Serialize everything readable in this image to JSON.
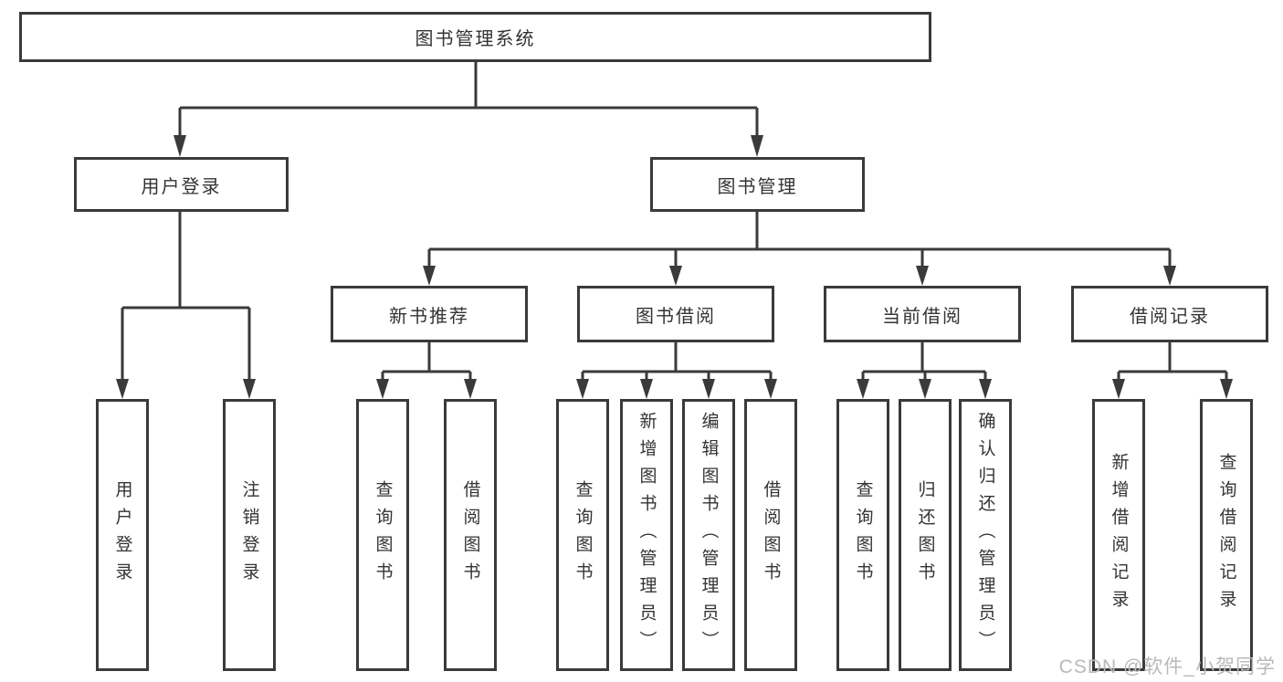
{
  "diagram": {
    "title": "图书管理系统",
    "tree": {
      "root": {
        "label": "图书管理系统",
        "children": [
          {
            "label": "用户登录",
            "children": [
              {
                "label": "用户登录"
              },
              {
                "label": "注销登录"
              }
            ]
          },
          {
            "label": "图书管理",
            "children": [
              {
                "label": "新书推荐",
                "children": [
                  {
                    "label": "查询图书"
                  },
                  {
                    "label": "借阅图书"
                  }
                ]
              },
              {
                "label": "图书借阅",
                "children": [
                  {
                    "label": "查询图书"
                  },
                  {
                    "label": "新增图书（管理员）"
                  },
                  {
                    "label": "编辑图书（管理员）"
                  },
                  {
                    "label": "借阅图书"
                  }
                ]
              },
              {
                "label": "当前借阅",
                "children": [
                  {
                    "label": "查询图书"
                  },
                  {
                    "label": "归还图书"
                  },
                  {
                    "label": "确认归还（管理员）"
                  }
                ]
              },
              {
                "label": "借阅记录",
                "children": [
                  {
                    "label": "新增借阅记录"
                  },
                  {
                    "label": "查询借阅记录"
                  }
                ]
              }
            ]
          }
        ]
      }
    }
  },
  "colors": {
    "line": "#3a3a3a",
    "box_border": "#3a3a3a",
    "text": "#333333",
    "watermark": "#b9b9b9",
    "background": "#ffffff"
  },
  "watermark": {
    "text": "CSDN @软件_小贺同学"
  }
}
